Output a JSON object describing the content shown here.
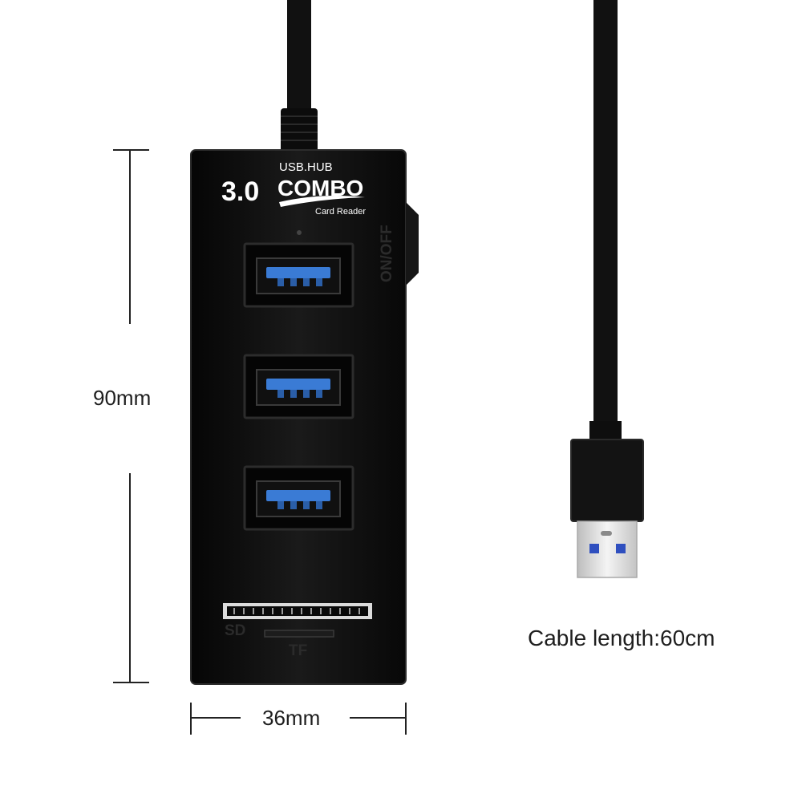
{
  "dimensions": {
    "height": "90mm",
    "width": "36mm",
    "cable_length": "Cable length:60cm"
  },
  "hub": {
    "usb_hub_label": "USB.HUB",
    "version": "3.0",
    "brand": "COMBO",
    "subtitle": "Card Reader",
    "switch_label": "ON/OFF",
    "sd_label": "SD",
    "tf_label": "TF",
    "port_count": 3
  },
  "colors": {
    "hub_body": "#0d0d0d",
    "port_blue": "#3a7bd5",
    "connector_metal": "#e6e6e6",
    "background": "#ffffff"
  }
}
